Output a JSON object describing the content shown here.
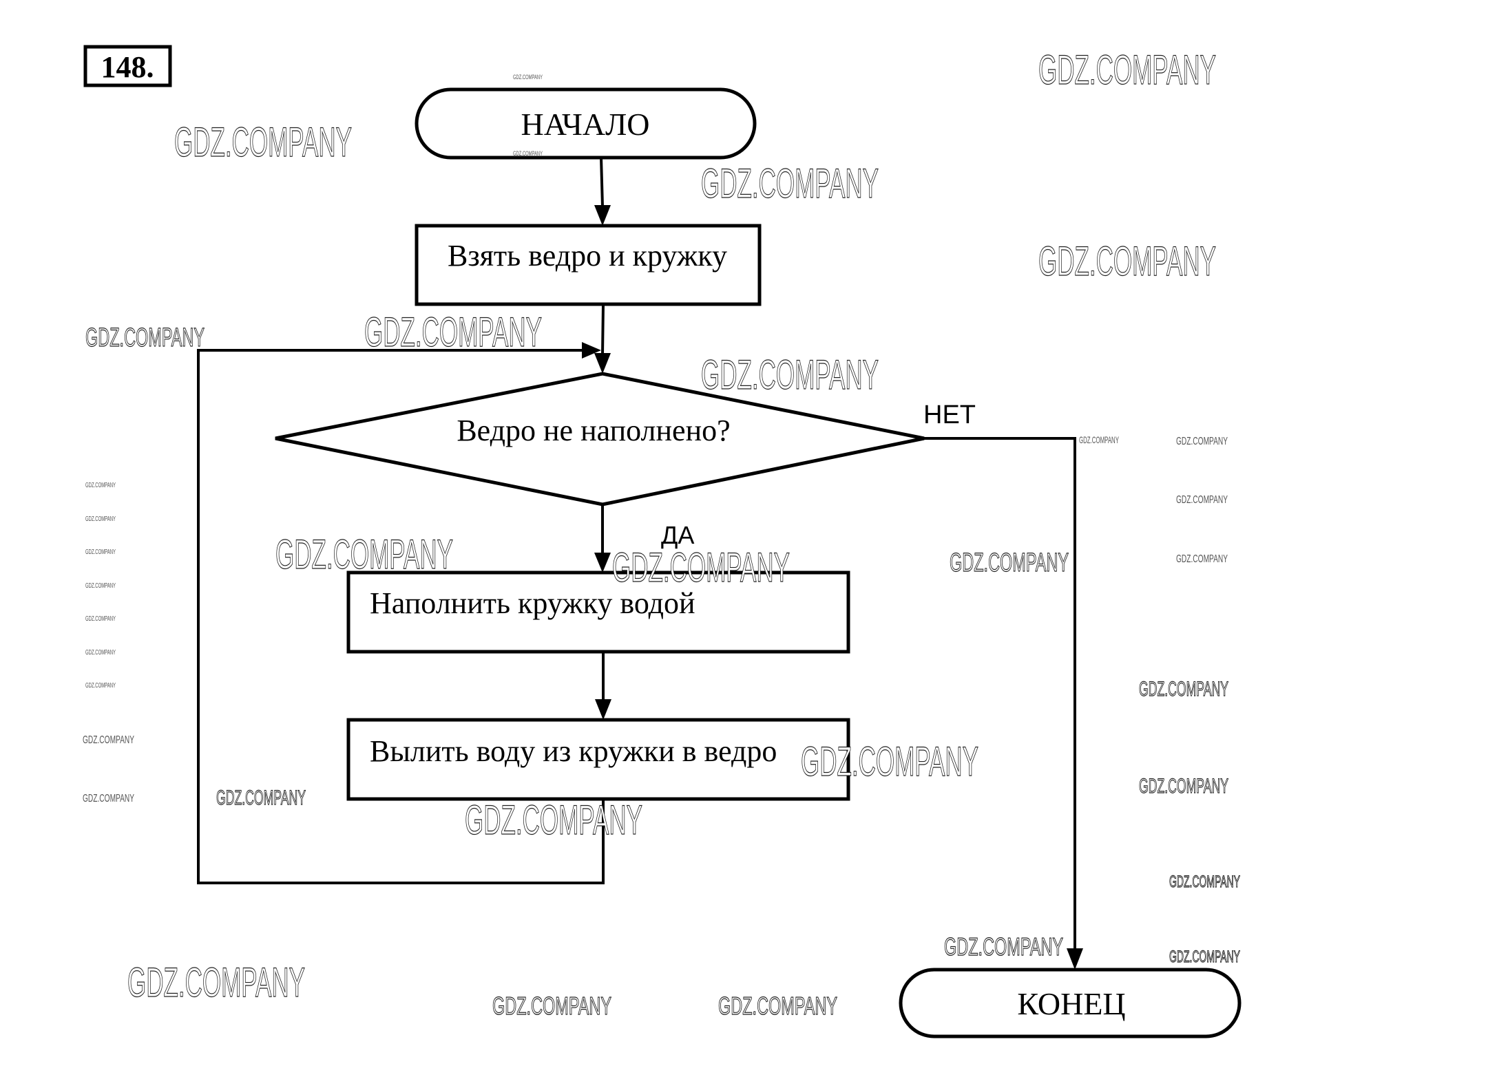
{
  "problem_number": "148.",
  "flowchart": {
    "start": "НАЧАЛО",
    "step1": "Взять ведро и кружку",
    "decision": "Ведро не наполнено?",
    "yes_label": "ДА",
    "no_label": "НЕТ",
    "step2": "Наполнить кружку водой",
    "step3": "Вылить воду из кружки в ведро",
    "end": "КОНЕЦ"
  },
  "watermark": "GDZ.COMPANY"
}
